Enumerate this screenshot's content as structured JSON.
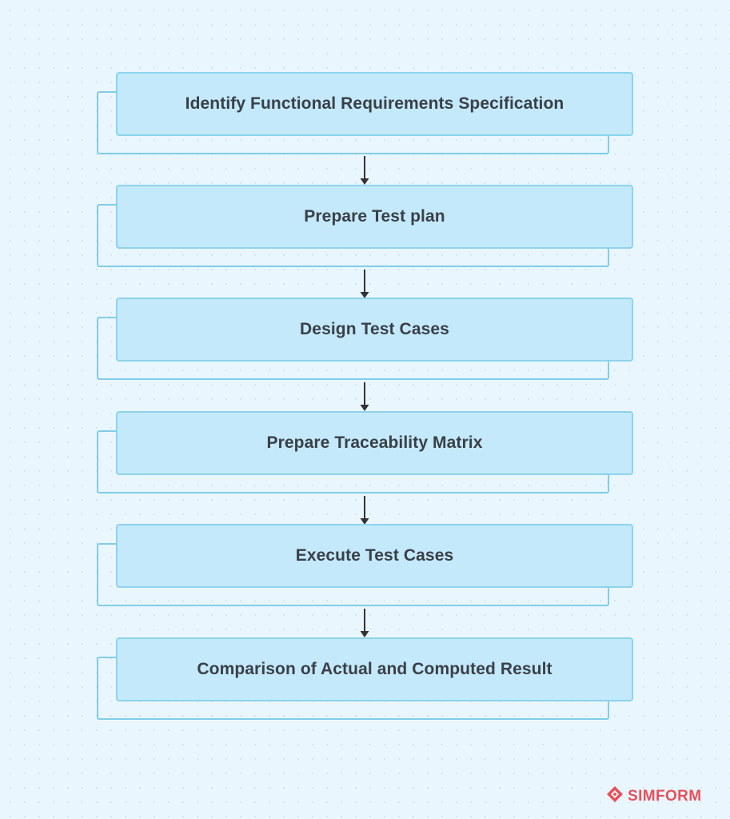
{
  "steps": [
    {
      "label": "Identify Functional Requirements Specification"
    },
    {
      "label": "Prepare Test plan"
    },
    {
      "label": "Design Test Cases"
    },
    {
      "label": "Prepare Traceability Matrix"
    },
    {
      "label": "Execute Test Cases"
    },
    {
      "label": "Comparison of Actual and Computed Result"
    }
  ],
  "brand": {
    "name": "SIMFORM",
    "icon": "simform-logo-icon",
    "color": "#e6505b"
  },
  "colors": {
    "background": "#eaf6fd",
    "box_fill": "#c3e9fb",
    "box_border": "#8dd3ec",
    "back_outline": "#7fcde8",
    "text": "#3a3f47",
    "arrow": "#333333"
  }
}
